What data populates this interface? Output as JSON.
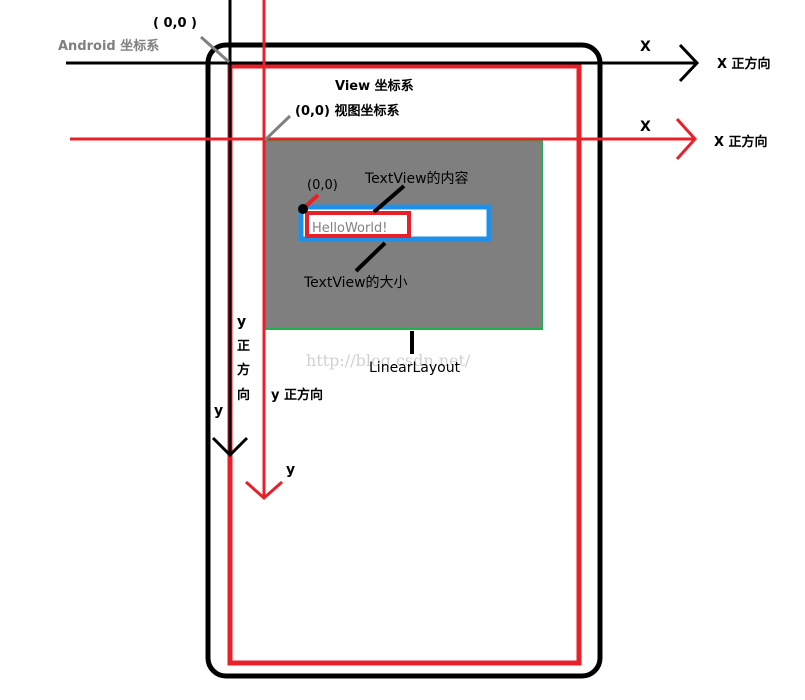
{
  "labels": {
    "android_origin": "( 0,0 )",
    "android_system": "Android 坐标系",
    "x_black": "X",
    "x_black_positive": "X 正方向",
    "view_system": "View 坐标系",
    "view_origin": "(0,0) 视图坐标系",
    "x_red": "X",
    "x_red_positive": "X 正方向",
    "textview_origin": "(0,0)",
    "textview_content": "TextView的内容",
    "helloworld": "HelloWorld!",
    "textview_size": "TextView的大小",
    "linearlayout": "LinearLayout",
    "watermark": "http://blog.csdn.net/",
    "y_vertical_1": "y",
    "y_vertical_2": "正",
    "y_vertical_3": "方",
    "y_vertical_4": "向",
    "y_black": "y",
    "y_red_positive": "y 正方向",
    "y_red": "y"
  },
  "colors": {
    "black": "#000000",
    "red": "#e8202a",
    "green": "#22b14c",
    "blue": "#1e90e8",
    "gray_fill": "#7f7f7f",
    "gray_text": "#808080",
    "watermark": "#d0d0d0"
  }
}
